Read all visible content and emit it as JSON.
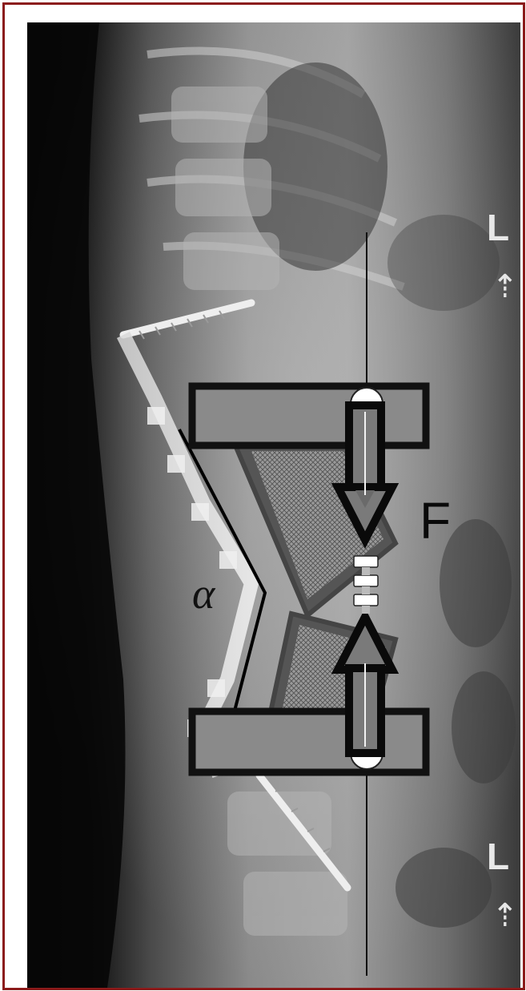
{
  "figure": {
    "labels": {
      "force": "F",
      "angle": "α",
      "side_marker_upper": "L",
      "side_marker_lower": "L"
    },
    "icons": {
      "upper_direction_marker": "up-arrow-icon",
      "lower_direction_marker": "up-arrow-icon"
    },
    "colors": {
      "frame_border": "#8b1a1a",
      "overlay_plate": "#8a8a8a",
      "overlay_outline": "#111111"
    }
  }
}
